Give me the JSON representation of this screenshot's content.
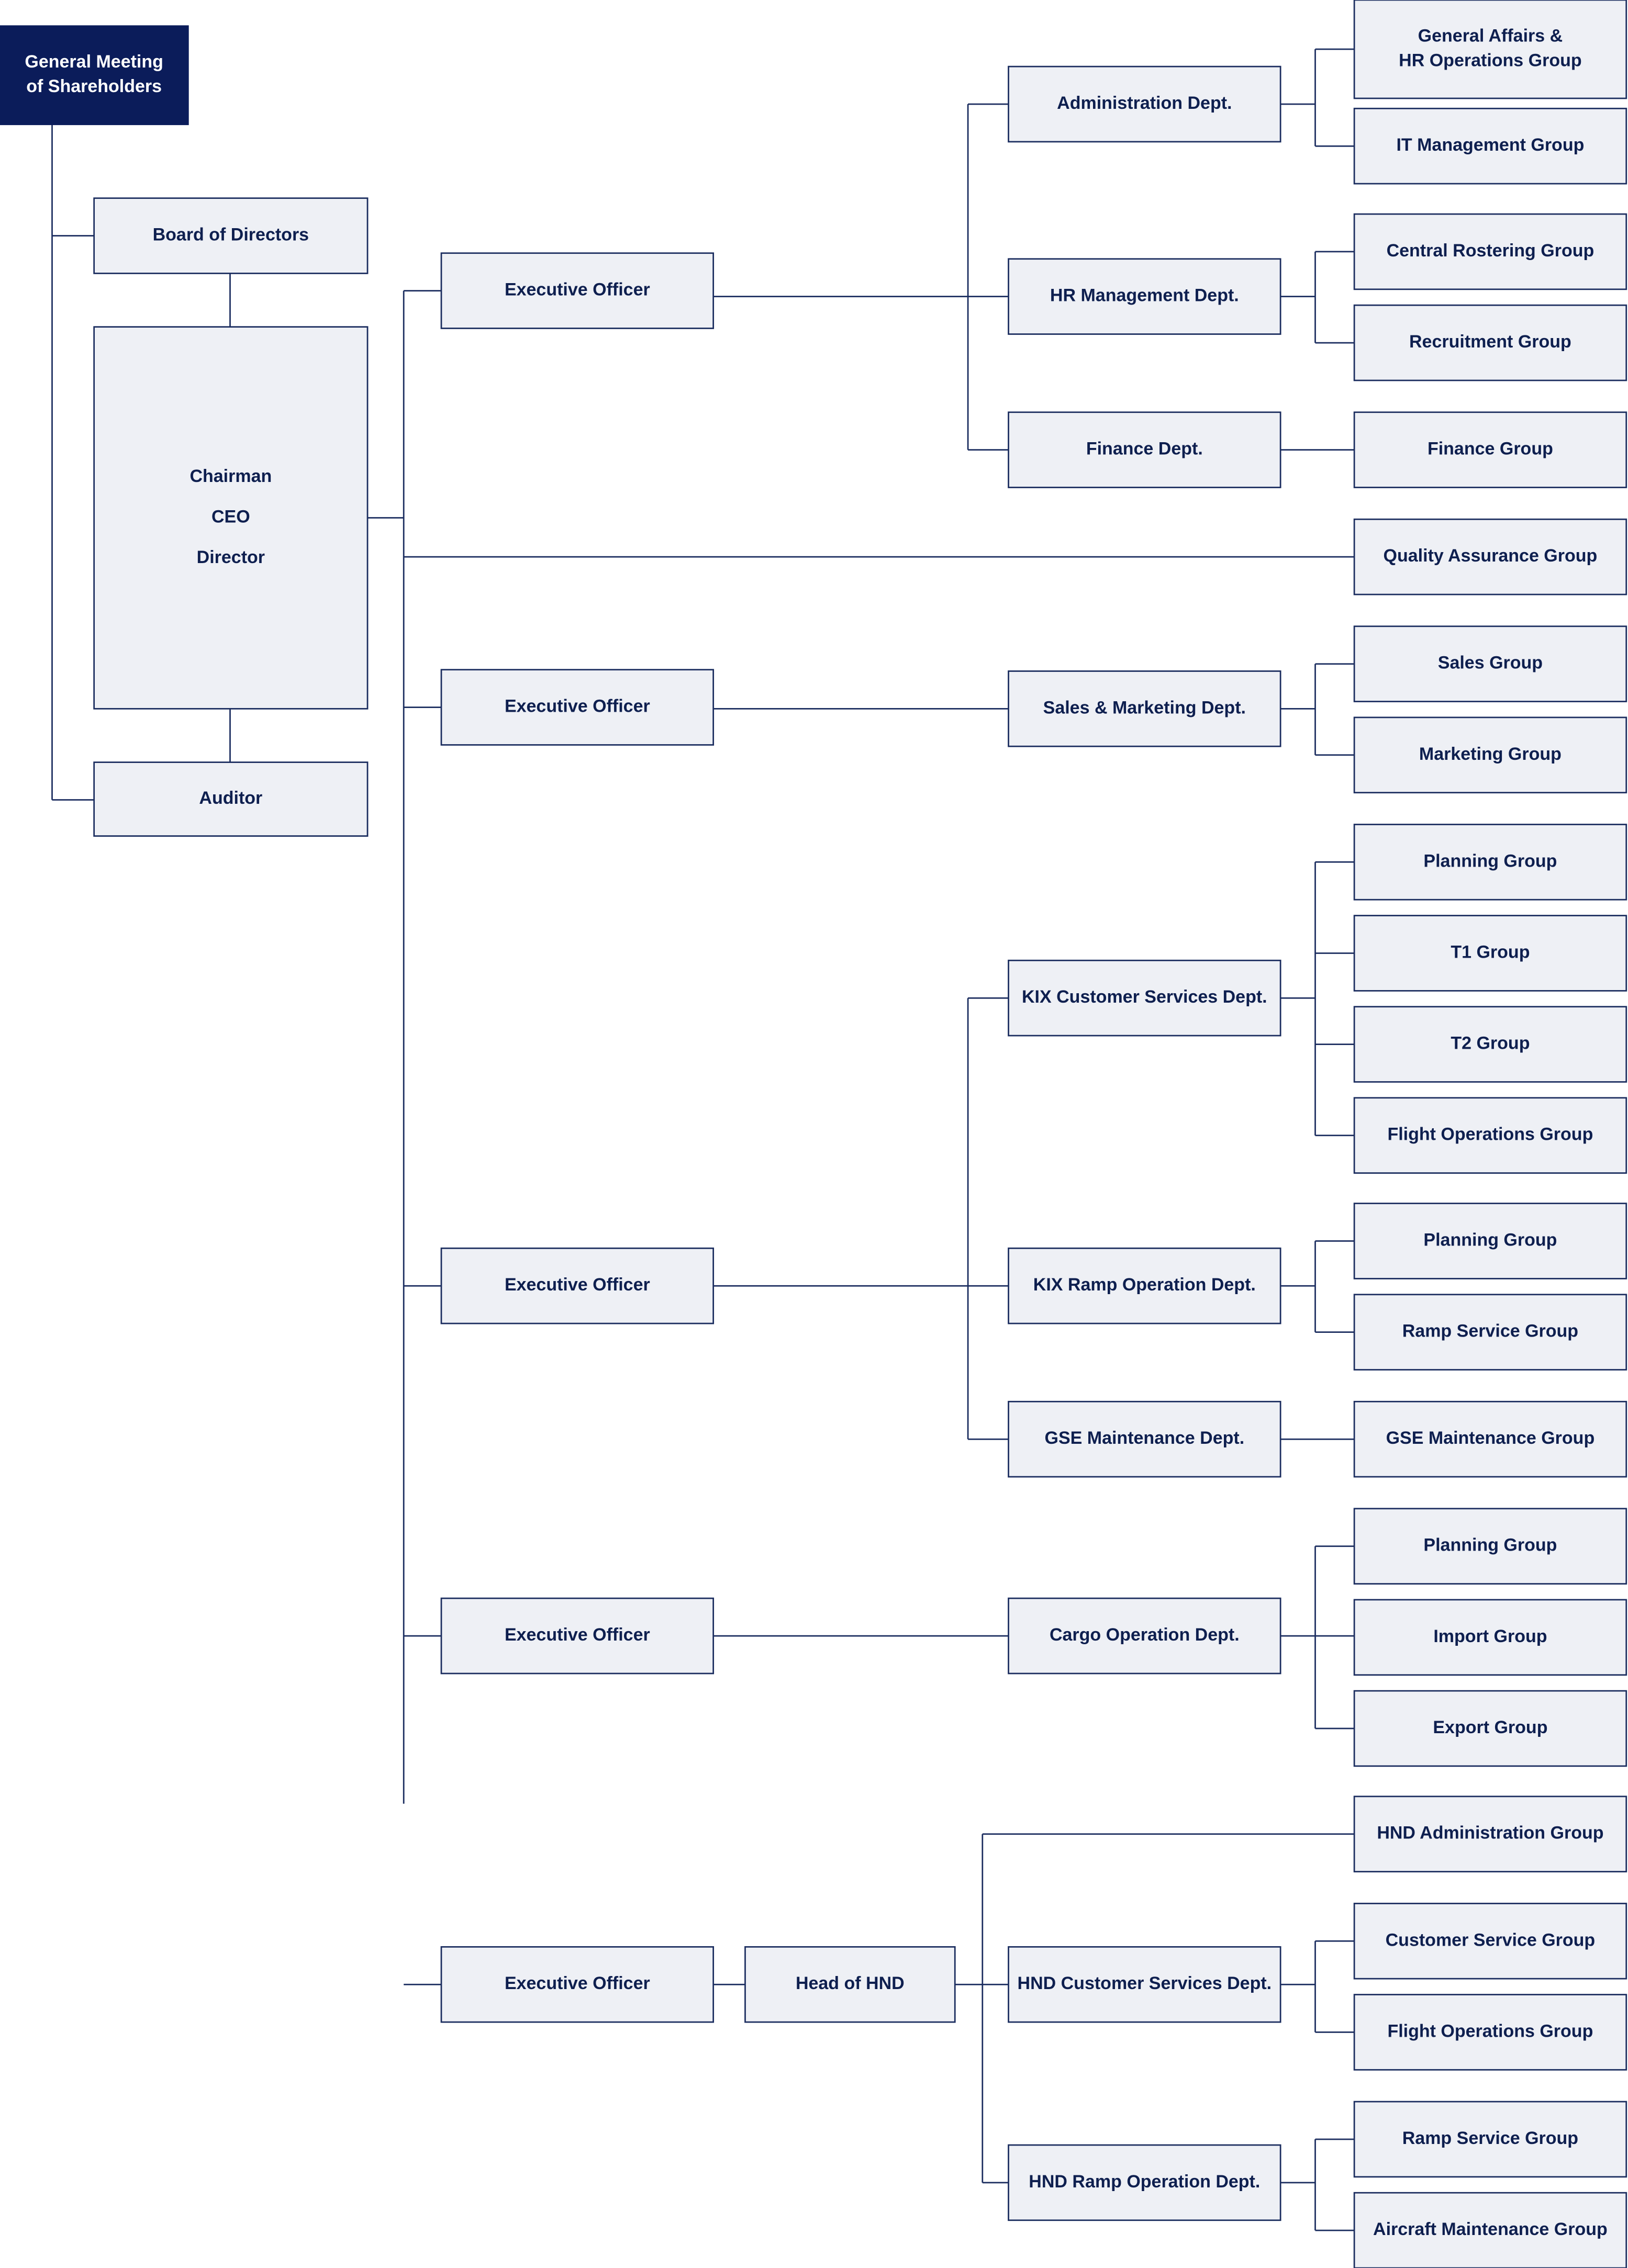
{
  "org": {
    "shareholders": "General Meeting\nof Shareholders",
    "board": "Board of Directors",
    "chairman_lines": [
      "Chairman",
      "CEO",
      "Director"
    ],
    "auditor": "Auditor",
    "executive_officer": "Executive Officer",
    "qa_group": "Quality Assurance Group",
    "head_hnd": "Head of HND",
    "admin_dept": "Administration Dept.",
    "hr_dept": "HR Management Dept.",
    "finance_dept": "Finance Dept.",
    "sales_dept": "Sales & Marketing Dept.",
    "kix_cs_dept": "KIX Customer Services Dept.",
    "kix_ramp_dept": "KIX Ramp Operation Dept.",
    "gse_dept": "GSE Maintenance Dept.",
    "cargo_dept": "Cargo Operation Dept.",
    "hnd_cs_dept": "HND Customer Services Dept.",
    "hnd_ramp_dept": "HND Ramp Operation Dept.",
    "ga_hr_group": "General Affairs &\nHR Operations Group",
    "it_group": "IT Management Group",
    "rostering_group": "Central Rostering Group",
    "recruitment_group": "Recruitment Group",
    "finance_group": "Finance Group",
    "sales_group": "Sales Group",
    "marketing_group": "Marketing Group",
    "planning_group": "Planning Group",
    "t1_group": "T1 Group",
    "t2_group": "T2 Group",
    "flight_ops_group": "Flight Operations Group",
    "ramp_service_group": "Ramp Service Group",
    "gse_group": "GSE Maintenance Group",
    "import_group": "Import Group",
    "export_group": "Export Group",
    "hnd_admin_group": "HND Administration Group",
    "customer_service_group": "Customer Service Group",
    "aircraft_maint_group": "Aircraft Maintenance Group"
  },
  "colors": {
    "box_fill": "#eef0f5",
    "box_stroke": "#1b2d5f",
    "dark_fill": "#0b1c5a",
    "text": "#0e1f4f"
  }
}
